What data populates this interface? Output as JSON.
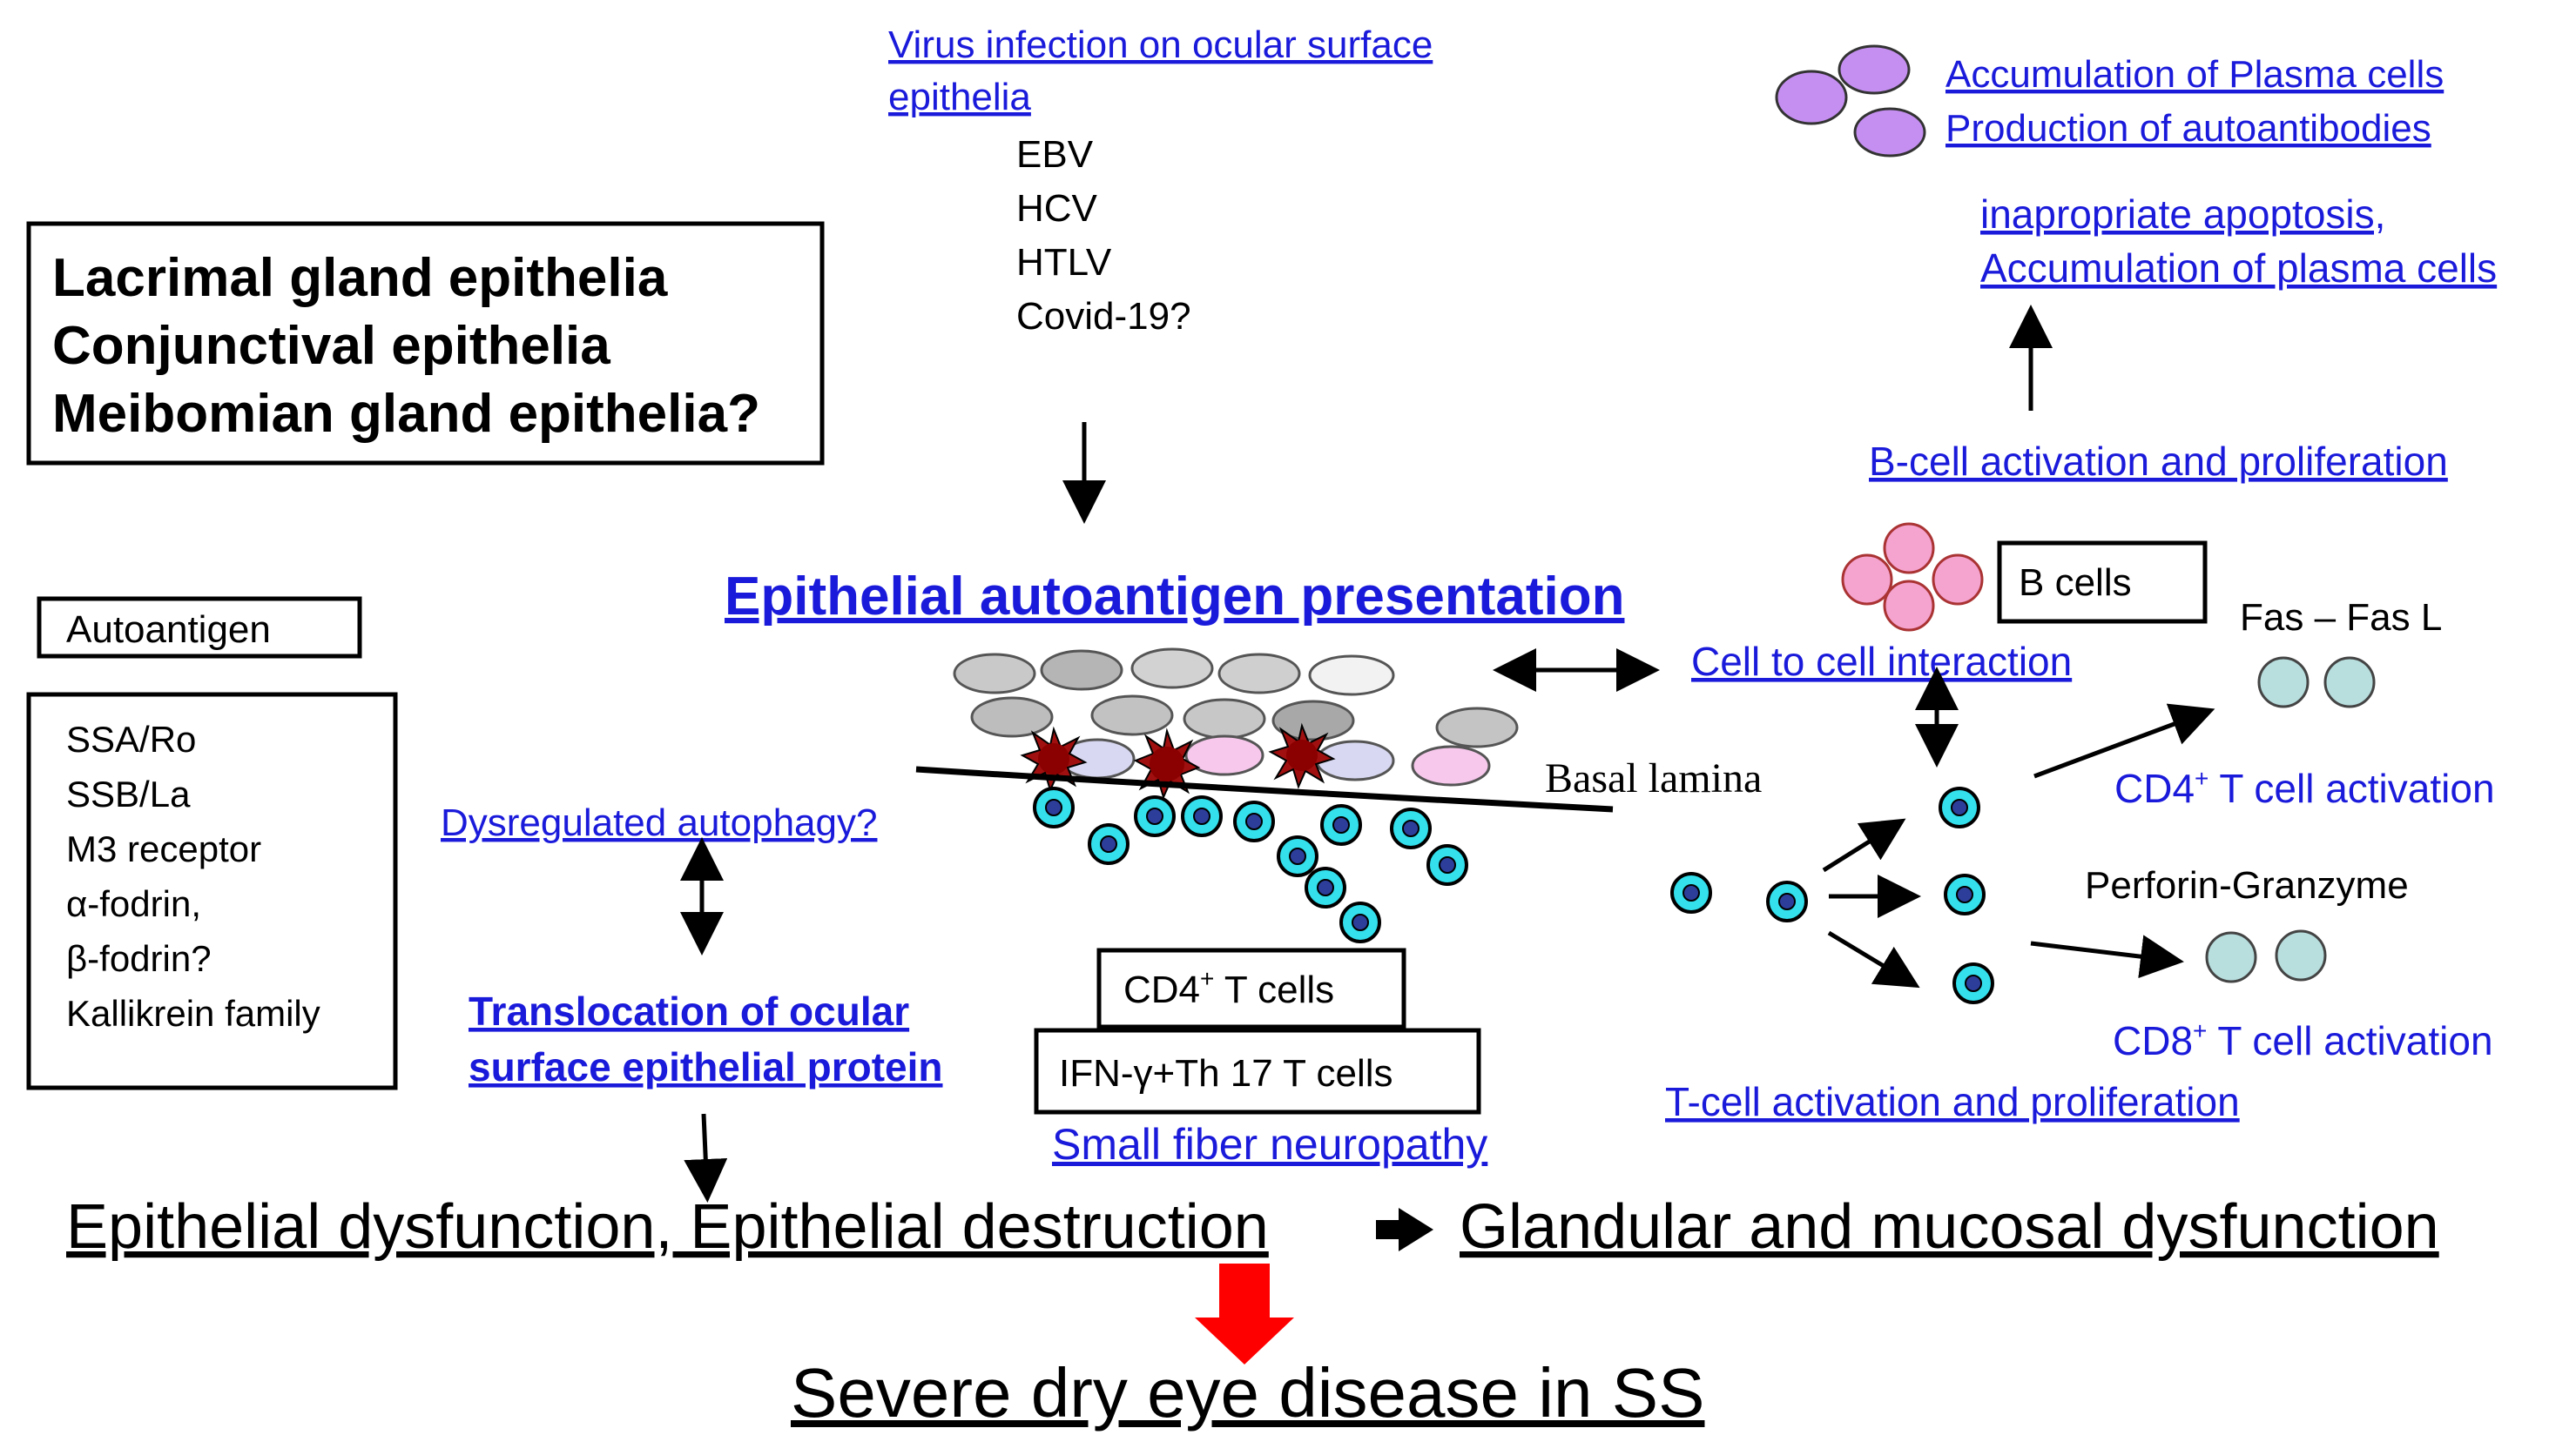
{
  "colors": {
    "link_blue": "#1a1adb",
    "black": "#000000",
    "arrow_red": "#ff0000",
    "tcell_cyan": "#33e0ec",
    "tcell_nucleus": "#2c3e9a",
    "plasma_purple": "#c58ff2",
    "bcell_pink": "#f4a4cf",
    "effector_teal": "#b8dede",
    "epithelial_gray": "#bdbdbd",
    "dendritic_red": "#a01010"
  },
  "epithelia_box": {
    "line1": "Lacrimal gland epithelia",
    "line2": "Conjunctival epithelia",
    "line3": "Meibomian gland epithelia?"
  },
  "autoantigen": {
    "title": "Autoantigen",
    "items": [
      "SSA/Ro",
      "SSB/La",
      "M3 receptor",
      "α-fodrin,",
      "β-fodrin?",
      "Kallikrein family"
    ]
  },
  "virus": {
    "heading_line1": "Virus infection on ocular surface",
    "heading_line2": "epithelia",
    "items": [
      "EBV",
      "HCV",
      "HTLV",
      "Covid-19?"
    ]
  },
  "presentation": "Epithelial autoantigen presentation",
  "basal_lamina": "Basal lamina",
  "autophagy": "Dysregulated autophagy?",
  "translocation": {
    "line1": "Translocation  of ocular",
    "line2": "surface epithelial  protein"
  },
  "cd4_box": "CD4",
  "cd4_box_sup": "+",
  "cd4_box_tail": " T cells",
  "ifn_box": "IFN-γ+Th  17 T cells",
  "small_fiber": "Small fiber neuropathy",
  "cell_interaction": "Cell to cell interaction",
  "b_cells": "B cells",
  "b_activation": "B-cell activation and proliferation",
  "apoptosis": {
    "line1": "inapropriate apoptosis,",
    "line2": "Accumulation  of plasma  cells"
  },
  "plasma": {
    "line1": "Accumulation of Plasma cells",
    "line2": "Production  of autoantibodies"
  },
  "fas": "Fas – Fas L",
  "cd4_activation": "CD4",
  "cd4_activation_sup": "+",
  "cd4_activation_tail": " T cell activation",
  "perforin": "Perforin-Granzyme",
  "cd8_activation": "CD8",
  "cd8_activation_sup": "+",
  "cd8_activation_tail": " T cell activation",
  "t_activation": "T-cell activation and proliferation",
  "dysfunction_left": "Epithelial dysfunction, Epithelial destruction",
  "dysfunction_right": "Glandular and mucosal dysfunction",
  "conclusion": "Severe dry eye disease in SS"
}
